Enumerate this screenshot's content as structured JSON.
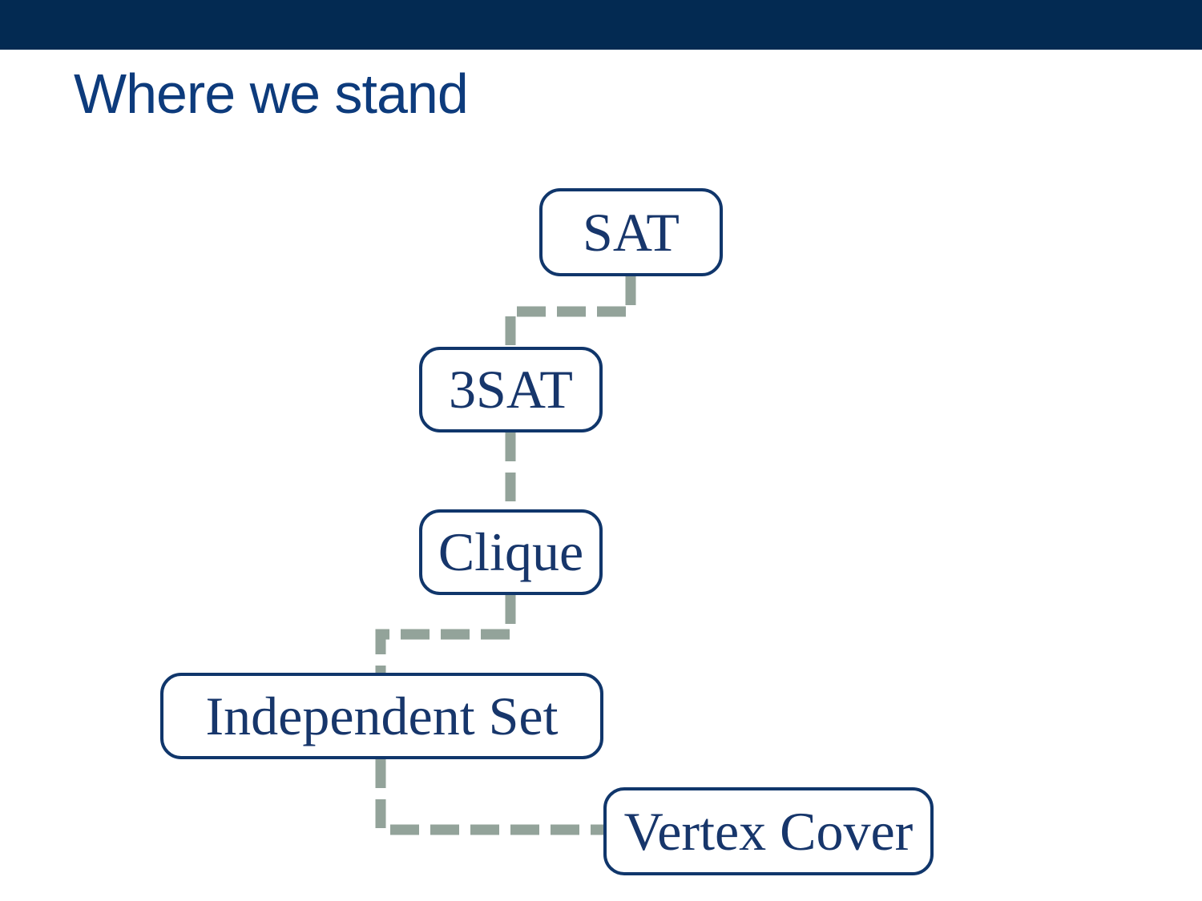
{
  "slide": {
    "title": "Where we stand"
  },
  "colors": {
    "top_bar": "#032a52",
    "title_text": "#0d3b7c",
    "node_border": "#10366b",
    "node_text": "#17366b",
    "node_fill": "#ffffff",
    "connector": "#93a39a",
    "background": "#ffffff"
  },
  "diagram": {
    "type": "reduction-flowchart",
    "nodes": [
      {
        "id": "sat",
        "label": "SAT"
      },
      {
        "id": "3sat",
        "label": "3SAT"
      },
      {
        "id": "clique",
        "label": "Clique"
      },
      {
        "id": "independent-set",
        "label": "Independent Set"
      },
      {
        "id": "vertex-cover",
        "label": "Vertex Cover"
      }
    ],
    "edges": [
      {
        "from": "SAT",
        "to": "3SAT",
        "style": "dashed"
      },
      {
        "from": "3SAT",
        "to": "Clique",
        "style": "dashed"
      },
      {
        "from": "Clique",
        "to": "Independent Set",
        "style": "dashed"
      },
      {
        "from": "Independent Set",
        "to": "Vertex Cover",
        "style": "dashed"
      }
    ]
  }
}
